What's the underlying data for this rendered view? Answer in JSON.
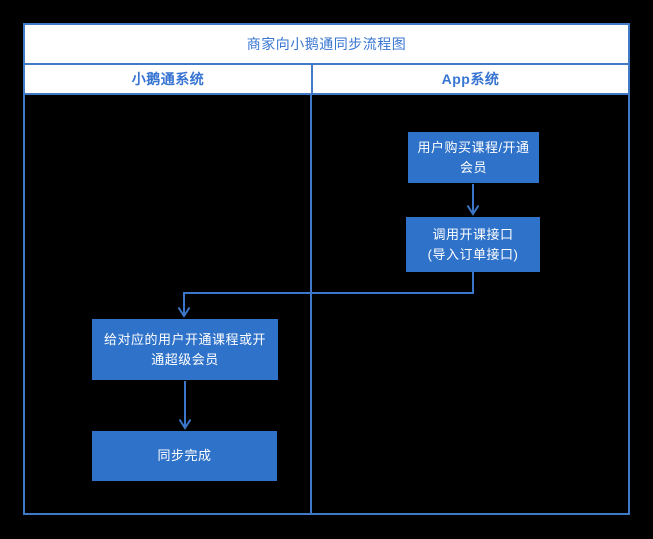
{
  "diagram": {
    "title": "商家向小鹅通同步流程图",
    "lanes": [
      {
        "label": "小鹅通系统"
      },
      {
        "label": "App系统"
      }
    ],
    "nodes": [
      {
        "name": "user-purchase",
        "lane": "App系统",
        "lines": [
          "用户购买课程/开通",
          "会员"
        ]
      },
      {
        "name": "call-api",
        "lane": "App系统",
        "lines": [
          "调用开课接口",
          "(导入订单接口)"
        ]
      },
      {
        "name": "grant-course",
        "lane": "小鹅通系统",
        "lines": [
          "给对应的用户开通课程或开",
          "通超级会员"
        ]
      },
      {
        "name": "sync-done",
        "lane": "小鹅通系统",
        "lines": [
          "同步完成"
        ]
      }
    ],
    "connectors": [
      {
        "from": "user-purchase",
        "to": "call-api"
      },
      {
        "from": "call-api",
        "to": "grant-course"
      },
      {
        "from": "grant-course",
        "to": "sync-done"
      }
    ],
    "colors": {
      "background": "#000000",
      "band_background": "#ffffff",
      "border": "#4079c5",
      "arrow": "#3b76c8",
      "node_fill": "#2f72c9",
      "node_text": "#ffffff",
      "label_text": "#3875d2"
    }
  }
}
